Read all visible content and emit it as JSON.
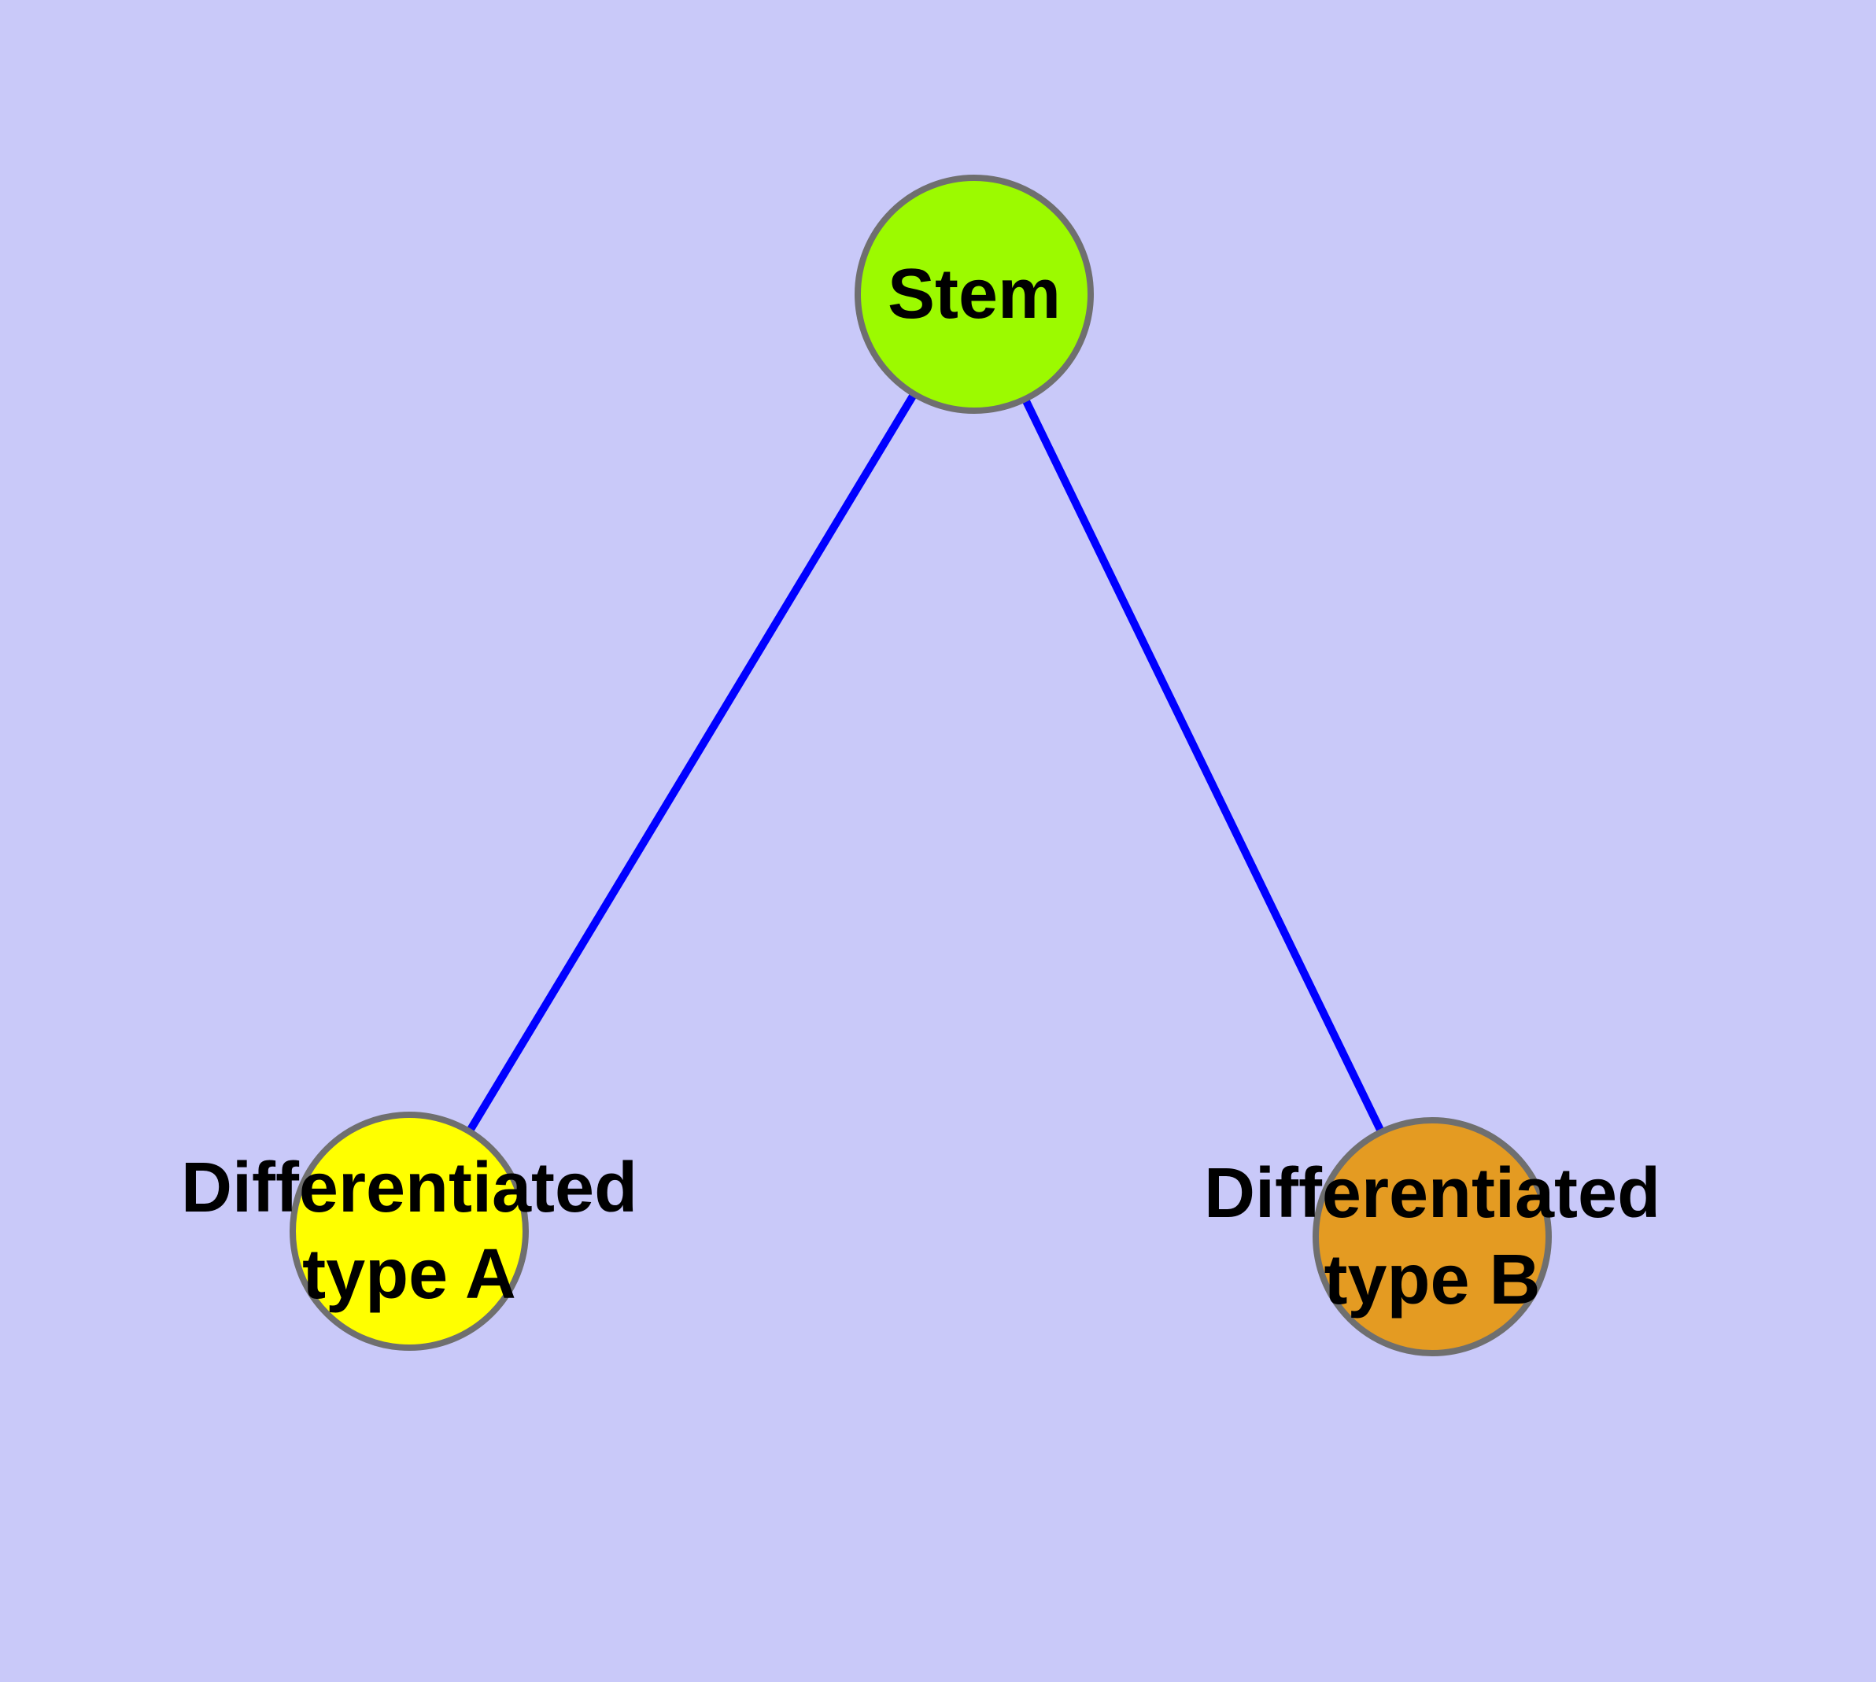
{
  "diagram": {
    "colors": {
      "background": "#C9C9F9",
      "edge": "#0000FF",
      "node_border": "#6F6F6F",
      "label_text": "#000000"
    },
    "nodes": {
      "stem": {
        "label": "Stem",
        "fill": "#9CFA00"
      },
      "typeA": {
        "label_line1": "Differentiated",
        "label_line2": "type A",
        "fill": "#FFFF00"
      },
      "typeB": {
        "label_line1": "Differentiated",
        "label_line2": "type B",
        "fill": "#E49B22"
      }
    },
    "edges": [
      {
        "from": "Stem",
        "to": "Differentiated type A"
      },
      {
        "from": "Stem",
        "to": "Differentiated type B"
      }
    ]
  }
}
